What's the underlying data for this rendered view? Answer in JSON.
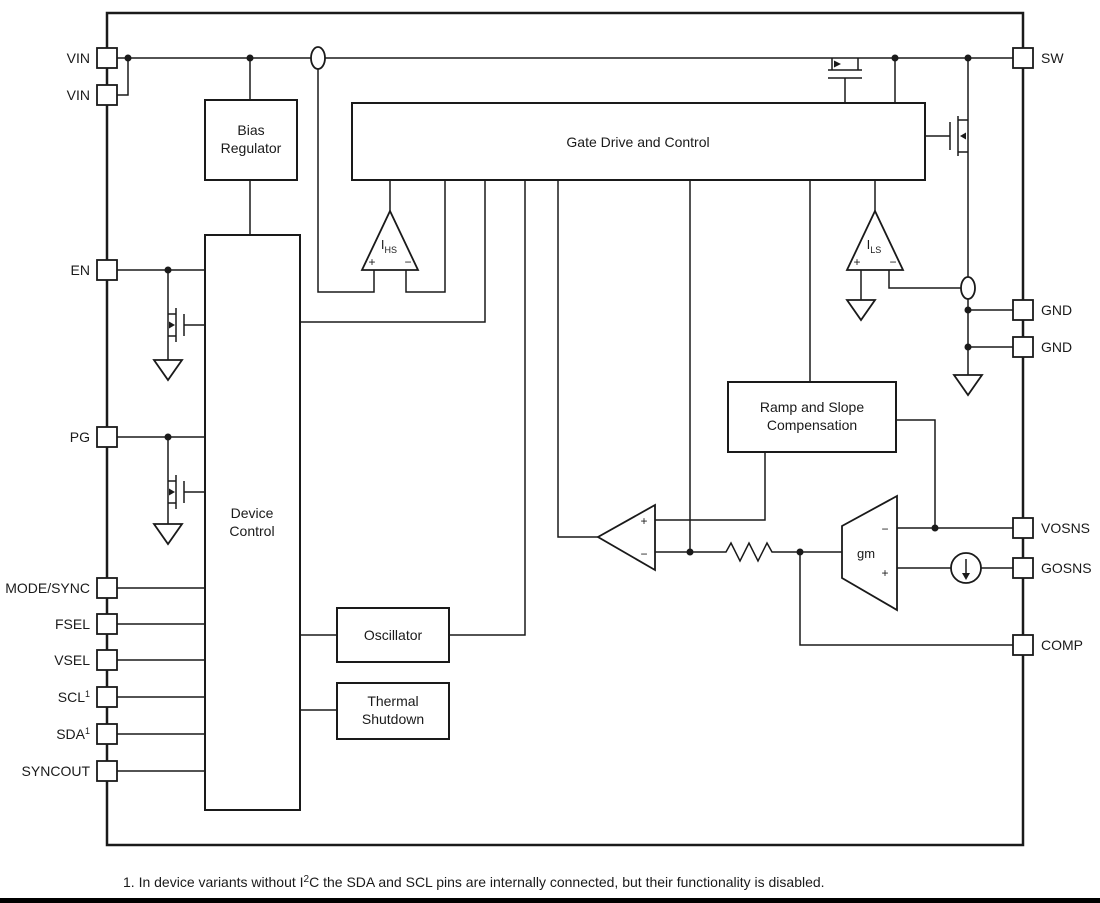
{
  "diagram": {
    "pins": {
      "left": [
        {
          "label": "VIN",
          "sup": ""
        },
        {
          "label": "VIN",
          "sup": ""
        },
        {
          "label": "EN",
          "sup": ""
        },
        {
          "label": "PG",
          "sup": ""
        },
        {
          "label": "MODE/SYNC",
          "sup": ""
        },
        {
          "label": "FSEL",
          "sup": ""
        },
        {
          "label": "VSEL",
          "sup": ""
        },
        {
          "label": "SCL",
          "sup": "1"
        },
        {
          "label": "SDA",
          "sup": "1"
        },
        {
          "label": "SYNCOUT",
          "sup": ""
        }
      ],
      "right": [
        {
          "label": "SW",
          "sup": ""
        },
        {
          "label": "GND",
          "sup": ""
        },
        {
          "label": "GND",
          "sup": ""
        },
        {
          "label": "VOSNS",
          "sup": ""
        },
        {
          "label": "GOSNS",
          "sup": ""
        },
        {
          "label": "COMP",
          "sup": ""
        }
      ]
    },
    "blocks": {
      "bias": {
        "lines": [
          "Bias",
          "Regulator"
        ]
      },
      "gate_drive": {
        "lines": [
          "Gate Drive and Control"
        ]
      },
      "device_control": {
        "lines": [
          "Device",
          "Control"
        ]
      },
      "oscillator": {
        "lines": [
          "Oscillator"
        ]
      },
      "thermal": {
        "lines": [
          "Thermal",
          "Shutdown"
        ]
      },
      "ramp": {
        "lines": [
          "Ramp and Slope",
          "Compensation"
        ]
      }
    },
    "amps": {
      "ihs": {
        "name": "I",
        "sub": "HS",
        "plus": "+",
        "minus": "−"
      },
      "ils": {
        "name": "I",
        "sub": "LS",
        "plus": "+",
        "minus": "−"
      },
      "comparator": {
        "plus": "+",
        "minus": "−"
      },
      "gm": {
        "label": "gm",
        "plus": "+",
        "minus": "−"
      }
    },
    "footnote": {
      "pre": "1. In device variants without I",
      "sup": "2",
      "post": "C the SDA and SCL pins are internally connected, but their functionality is disabled."
    },
    "colors": {
      "line": "#1a1a1a",
      "background": "#ffffff"
    }
  }
}
